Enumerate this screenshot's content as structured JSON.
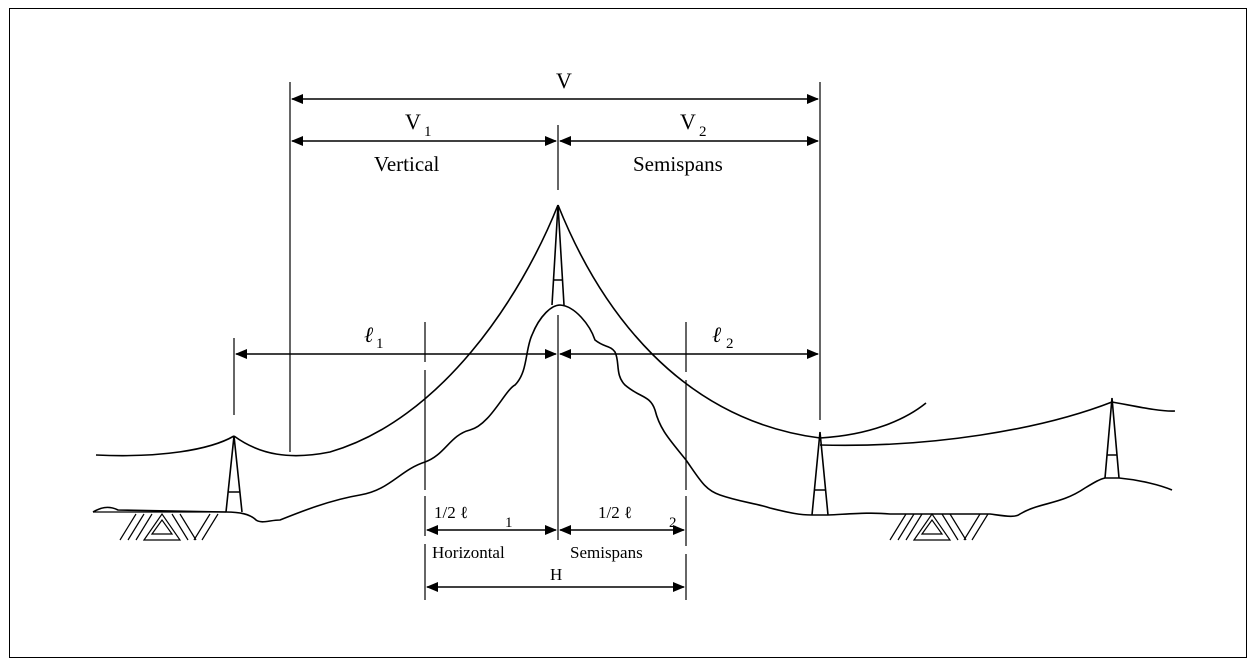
{
  "labels": {
    "V": "V",
    "V1": "V",
    "V1_sub": "1",
    "V2": "V",
    "V2_sub": "2",
    "vertical": "Vertical",
    "semispans_top": "Semispans",
    "l1": "ℓ",
    "l1_sub": "1",
    "l2": "ℓ",
    "l2_sub": "2",
    "half_l1": "1/2 ℓ",
    "half_l1_sub": "1",
    "half_l2": "1/2 ℓ",
    "half_l2_sub": "2",
    "horizontal": "Horizontal",
    "semispans_bottom": "Semispans",
    "H": "H"
  }
}
